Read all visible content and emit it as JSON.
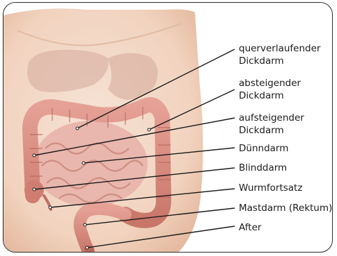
{
  "labels": {
    "transverse_colon": [
      "querverlaufender",
      "Dickdarm"
    ],
    "descending_colon": [
      "absteigender",
      "Dickdarm"
    ],
    "ascending_colon": [
      "aufsteigender",
      "Dickdarm"
    ],
    "small_intestine": "Dünndarm",
    "cecum": "Blinddarm",
    "appendix": "Wurmfortsatz",
    "rectum": "Mastdarm (Rektum)",
    "anus": "After"
  },
  "colors": {
    "skin": "#f1d3bf",
    "skin_shadow": "#e4b79c",
    "organ_faded": "#d9b3a6",
    "colon": "#d98c80",
    "colon_dark": "#b8655a",
    "small_intestine": "#e9b7ad",
    "leader_line": "#1a1a1a"
  }
}
